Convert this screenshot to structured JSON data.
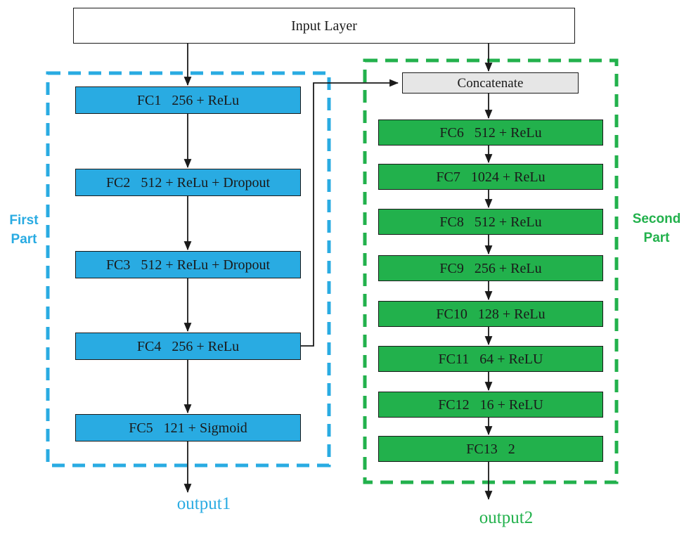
{
  "colors": {
    "first_accent": "#29ABE2",
    "second_accent": "#22B14C",
    "concatenate_fill": "#E6E6E6",
    "box_border": "#1A1A1A",
    "arrow": "#1A1A1A"
  },
  "input_layer": {
    "label": "Input Layer"
  },
  "concatenate": {
    "label": "Concatenate"
  },
  "first_part": {
    "label_line1": "First",
    "label_line2": "Part",
    "output_label": "output1",
    "blocks": [
      {
        "label": "FC1   256 + ReLu"
      },
      {
        "label": "FC2   512 + ReLu + Dropout"
      },
      {
        "label": "FC3   512 + ReLu + Dropout"
      },
      {
        "label": "FC4   256 + ReLu"
      },
      {
        "label": "FC5   121 + Sigmoid"
      }
    ]
  },
  "second_part": {
    "label_line1": "Second",
    "label_line2": "Part",
    "output_label": "output2",
    "blocks": [
      {
        "label": "FC6   512 + ReLu"
      },
      {
        "label": "FC7   1024 + ReLu"
      },
      {
        "label": "FC8   512 + ReLu"
      },
      {
        "label": "FC9   256 + ReLu"
      },
      {
        "label": "FC10   128 + ReLu"
      },
      {
        "label": "FC11   64 + ReLU"
      },
      {
        "label": "FC12   16 + ReLU"
      },
      {
        "label": "FC13   2"
      }
    ]
  }
}
